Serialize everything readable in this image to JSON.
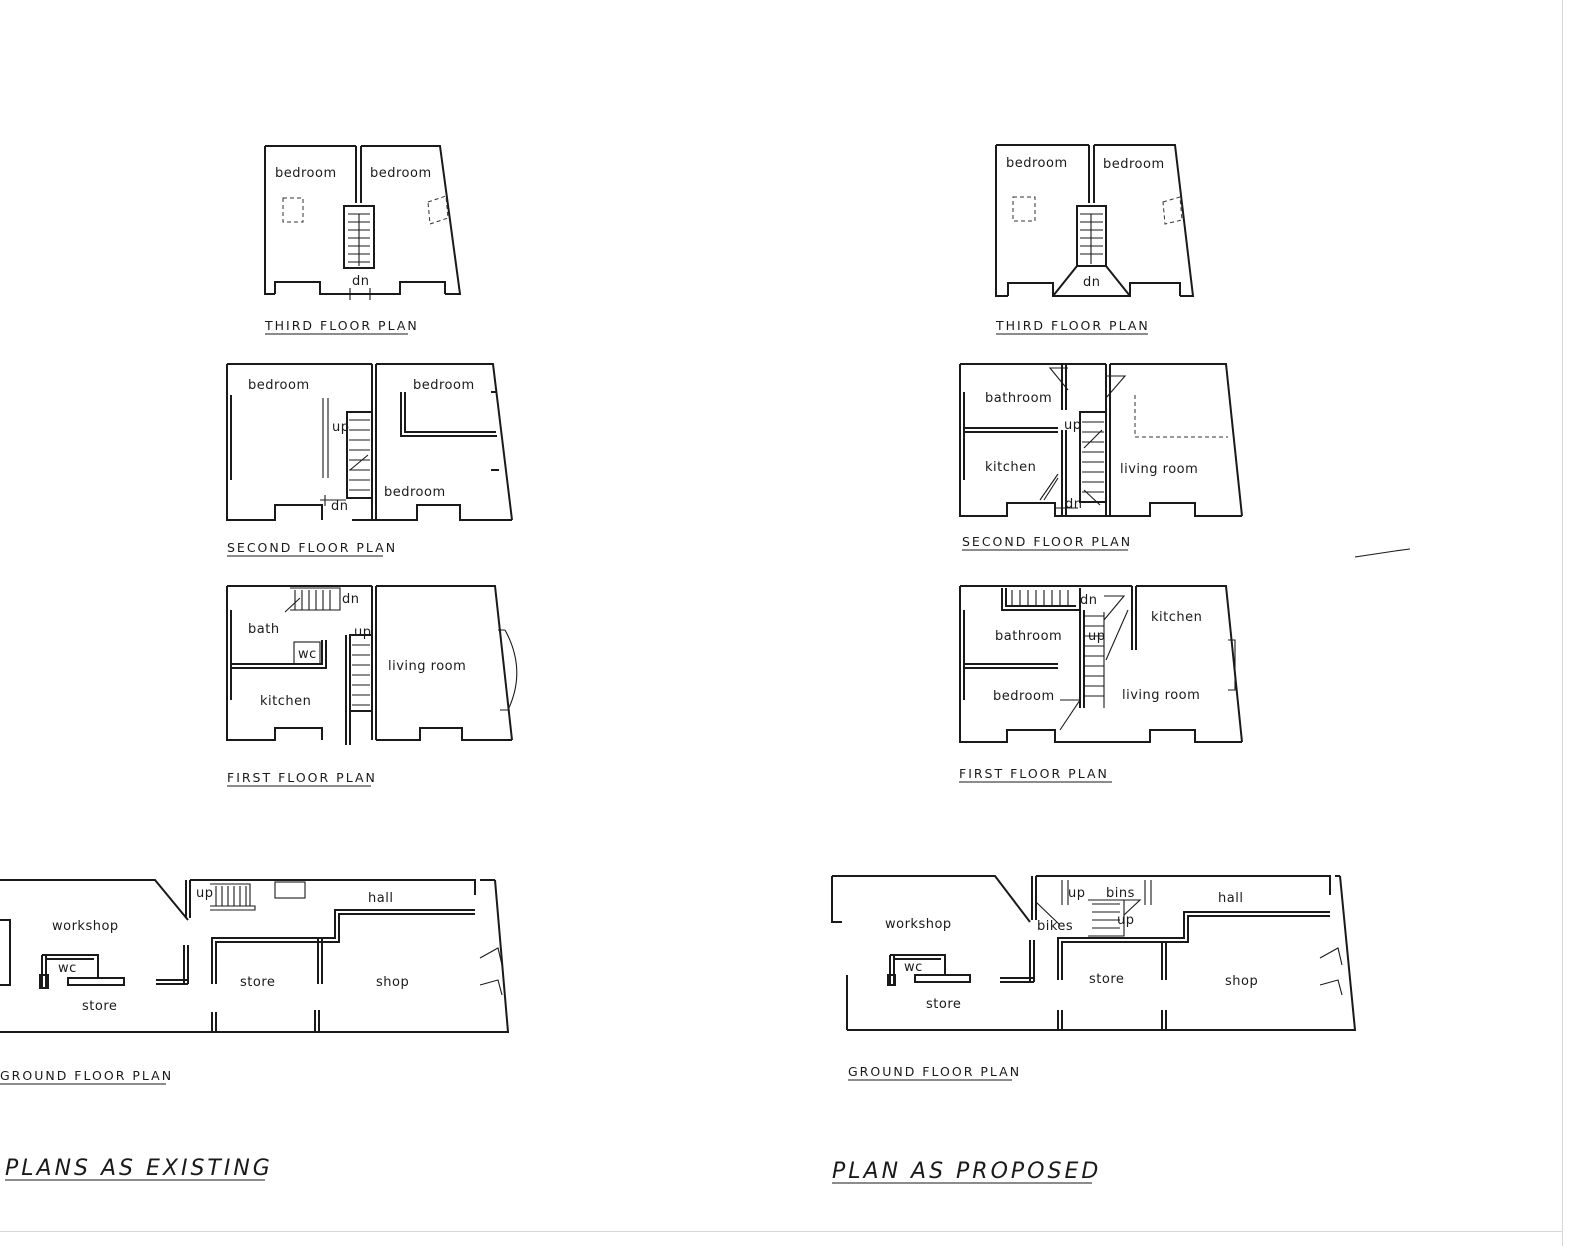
{
  "existing": {
    "title": "PLANS AS EXISTING",
    "third_floor": {
      "caption": "THIRD FLOOR PLAN",
      "rooms": [
        "bedroom",
        "bedroom"
      ],
      "stair": "dn"
    },
    "second_floor": {
      "caption": "SECOND FLOOR PLAN",
      "rooms": [
        "bedroom",
        "bedroom",
        "bedroom"
      ],
      "stair_up": "up",
      "stair_dn": "dn"
    },
    "first_floor": {
      "caption": "FIRST FLOOR PLAN",
      "rooms": [
        "bath",
        "wc",
        "kitchen",
        "living room"
      ],
      "stair_up": "up",
      "stair_dn": "dn"
    },
    "ground_floor": {
      "caption": "GROUND FLOOR PLAN",
      "rooms": [
        "workshop",
        "wc",
        "store",
        "store",
        "shop",
        "hall"
      ],
      "stair_up": "up"
    }
  },
  "proposed": {
    "title": "PLAN AS PROPOSED",
    "third_floor": {
      "caption": "THIRD FLOOR PLAN",
      "rooms": [
        "bedroom",
        "bedroom"
      ],
      "stair": "dn"
    },
    "second_floor": {
      "caption": "SECOND FLOOR PLAN",
      "rooms": [
        "bathroom",
        "kitchen",
        "living room"
      ],
      "stair_up": "up",
      "stair_dn": "dn"
    },
    "first_floor": {
      "caption": "FIRST FLOOR PLAN",
      "rooms": [
        "bathroom",
        "bedroom",
        "kitchen",
        "living room"
      ],
      "stair_up": "up",
      "stair_dn": "dn"
    },
    "ground_floor": {
      "caption": "GROUND FLOOR PLAN",
      "rooms": [
        "workshop",
        "wc",
        "store",
        "bikes",
        "bins",
        "store",
        "shop",
        "hall"
      ],
      "stair_up_1": "up",
      "stair_up_2": "up"
    }
  }
}
